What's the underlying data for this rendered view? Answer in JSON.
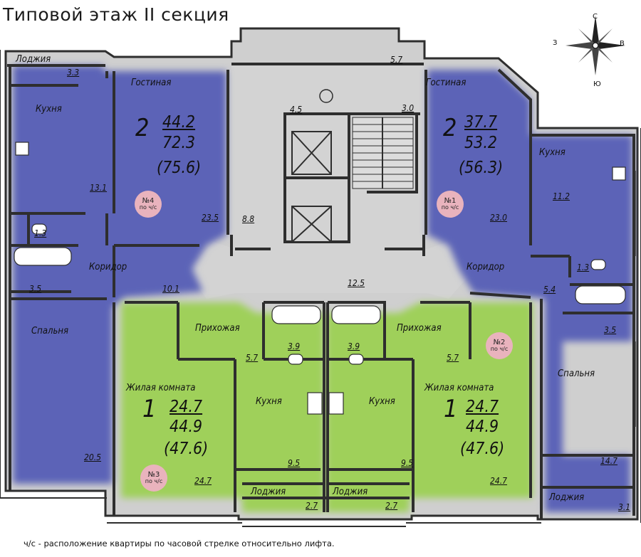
{
  "title": "Типовой этаж II секция",
  "footnote": "ч/с - расположение квартиры по часовой стрелке относительно лифта.",
  "colors": {
    "two_room": "#5b63b7",
    "one_room": "#9fd05a",
    "common": "#d3d3d3",
    "walls": "#2e2e2e",
    "badge": "#e9b3bd"
  },
  "compass": {
    "north": "С",
    "south": "Ю",
    "west": "З",
    "east": "В",
    "icon": "compass-rose-icon"
  },
  "apartments": [
    {
      "id": "apt4",
      "badge_no": "№4",
      "badge_note": "по ч/с",
      "rooms": "2",
      "living": "44.2",
      "total": "72.3",
      "total_with_loggia": "(75.6)"
    },
    {
      "id": "apt1",
      "badge_no": "№1",
      "badge_note": "по ч/с",
      "rooms": "2",
      "living": "37.7",
      "total": "53.2",
      "total_with_loggia": "(56.3)"
    },
    {
      "id": "apt3",
      "badge_no": "№3",
      "badge_note": "по ч/с",
      "rooms": "1",
      "living": "24.7",
      "total": "44.9",
      "total_with_loggia": "(47.6)"
    },
    {
      "id": "apt2",
      "badge_no": "№2",
      "badge_note": "по ч/с",
      "rooms": "1",
      "living": "24.7",
      "total": "44.9",
      "total_with_loggia": "(47.6)"
    }
  ],
  "rooms": {
    "loggia_nw": "Лоджия",
    "kitchen_w": "Кухня",
    "living_w": "Гостиная",
    "corridor_w": "Коридор",
    "bedroom_w": "Спальня",
    "living_e": "Гостиная",
    "kitchen_e": "Кухня",
    "corridor_e": "Коридор",
    "bedroom_e": "Спальня",
    "loggia_se": "Лоджия",
    "hall_l": "Прихожая",
    "hall_r": "Прихожая",
    "living_room_l": "Жилая комната",
    "living_room_r": "Жилая комната",
    "kitchen_l": "Кухня",
    "kitchen_r": "Кухня",
    "loggia_l": "Лоджия",
    "loggia_r": "Лоджия"
  },
  "areas": {
    "a_3_3": "3.3",
    "a_13_1": "13.1",
    "a_1_3_w": "1.3",
    "a_3_5_w": "3.5",
    "a_10_1": "10.1",
    "a_23_5": "23.5",
    "a_20_5": "20.5",
    "a_8_8": "8.8",
    "a_4_5": "4.5",
    "a_5_7_top": "5.7",
    "a_3_0": "3.0",
    "a_12_5": "12.5",
    "a_23_0": "23.0",
    "a_11_2": "11.2",
    "a_1_3_e": "1.3",
    "a_5_4": "5.4",
    "a_3_5_e": "3.5",
    "a_14_7": "14.7",
    "a_3_1": "3.1",
    "a_5_7_l": "5.7",
    "a_3_9_l": "3.9",
    "a_3_9_r": "3.9",
    "a_5_7_r": "5.7",
    "a_9_5_l": "9.5",
    "a_9_5_r": "9.5",
    "a_24_7_l": "24.7",
    "a_24_7_r": "24.7",
    "a_2_7_l": "2.7",
    "a_2_7_r": "2.7"
  }
}
